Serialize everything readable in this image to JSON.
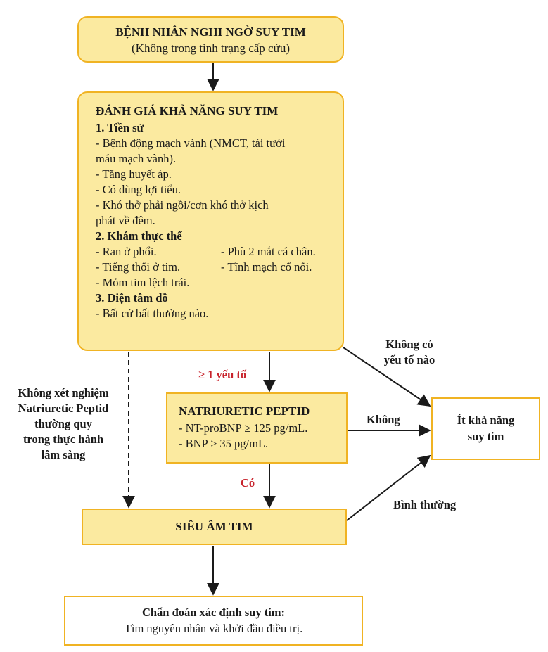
{
  "start": {
    "title": "BỆNH NHÂN NGHI NGỜ SUY TIM",
    "subtitle": "(Không trong tình trạng cấp cứu)"
  },
  "assess": {
    "title": "ĐÁNH GIÁ KHẢ NĂNG SUY TIM",
    "s1_title": "1. Tiền sử",
    "s1_items": [
      "- Bệnh động mạch vành (NMCT, tái tưới",
      "máu mạch vành).",
      "- Tăng huyết áp.",
      "- Có dùng lợi tiểu.",
      "- Khó thở phải ngồi/cơn khó thở kịch",
      "phát về đêm."
    ],
    "s2_title": "2. Khám thực thể",
    "s2_rows": [
      [
        "- Ran ở phổi.",
        "- Phù 2 mắt cá chân."
      ],
      [
        "- Tiếng thổi ở tim.",
        "- Tĩnh mạch cổ nổi."
      ]
    ],
    "s2_last": "- Mỏm tim lệch trái.",
    "s3_title": "3. Điện tâm đồ",
    "s3_item": "- Bất cứ bất thường nào."
  },
  "np": {
    "title": "NATRIURETIC PEPTID",
    "items": [
      "- NT-proBNP ≥ 125 pg/mL.",
      "- BNP ≥ 35 pg/mL."
    ]
  },
  "unlikely": {
    "line1": "Ít khả năng",
    "line2": "suy tim"
  },
  "echo": {
    "label": "SIÊU ÂM TIM"
  },
  "dx": {
    "title": "Chẩn đoán xác định suy tim:",
    "text": "Tìm nguyên nhân và khởi đầu điều trị."
  },
  "labels": {
    "one_factor": "≥ 1 yếu tố",
    "yes": "Có",
    "no": "Không",
    "no_factor_1": "Không có",
    "no_factor_2": "yếu tố nào",
    "normal": "Bình thường",
    "no_test": [
      "Không xét nghiệm",
      "Natriuretic Peptid",
      "thường quy",
      "trong thực hành",
      "lâm sàng"
    ]
  },
  "colors": {
    "box_border": "#f0b323",
    "box_fill": "#fbeaa0",
    "label_red": "#c8232c",
    "arrow": "#1a1a1a"
  }
}
